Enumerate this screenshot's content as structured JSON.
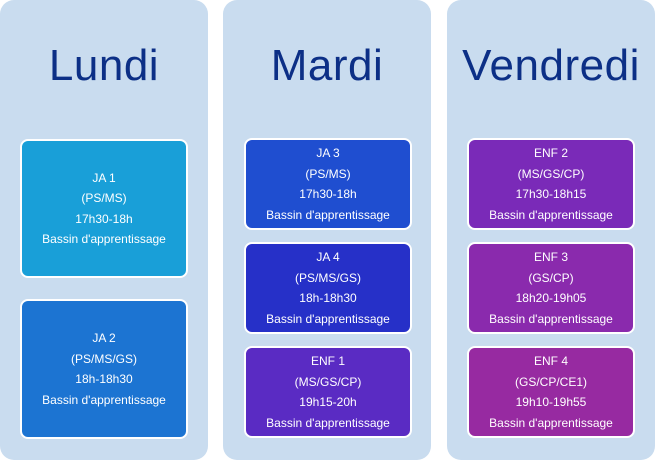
{
  "days": [
    {
      "title": "Lundi",
      "sessions": [
        {
          "name": "JA 1",
          "levels": "(PS/MS)",
          "time": "17h30-18h",
          "place": "Bassin d'apprentissage",
          "color": "#199fd8"
        },
        {
          "name": "JA 2",
          "levels": "(PS/MS/GS)",
          "time": "18h-18h30",
          "place": "Bassin d'apprentissage",
          "color": "#1c74d2"
        }
      ]
    },
    {
      "title": "Mardi",
      "sessions": [
        {
          "name": "JA 3",
          "levels": "(PS/MS)",
          "time": "17h30-18h",
          "place": "Bassin d'apprentissage",
          "color": "#1f4ed0"
        },
        {
          "name": "JA 4",
          "levels": "(PS/MS/GS)",
          "time": "18h-18h30",
          "place": "Bassin d'apprentissage",
          "color": "#2630c8"
        },
        {
          "name": "ENF 1",
          "levels": "(MS/GS/CP)",
          "time": "19h15-20h",
          "place": "Bassin d'apprentissage",
          "color": "#5a2bc3"
        }
      ]
    },
    {
      "title": "Vendredi",
      "sessions": [
        {
          "name": "ENF 2",
          "levels": "(MS/GS/CP)",
          "time": "17h30-18h15",
          "place": "Bassin d'apprentissage",
          "color": "#7a2ab8"
        },
        {
          "name": "ENF 3",
          "levels": "(GS/CP)",
          "time": "18h20-19h05",
          "place": "Bassin d'apprentissage",
          "color": "#8a2aad"
        },
        {
          "name": "ENF 4",
          "levels": "(GS/CP/CE1)",
          "time": "19h10-19h55",
          "place": "Bassin d'apprentissage",
          "color": "#972aa1"
        }
      ]
    }
  ]
}
